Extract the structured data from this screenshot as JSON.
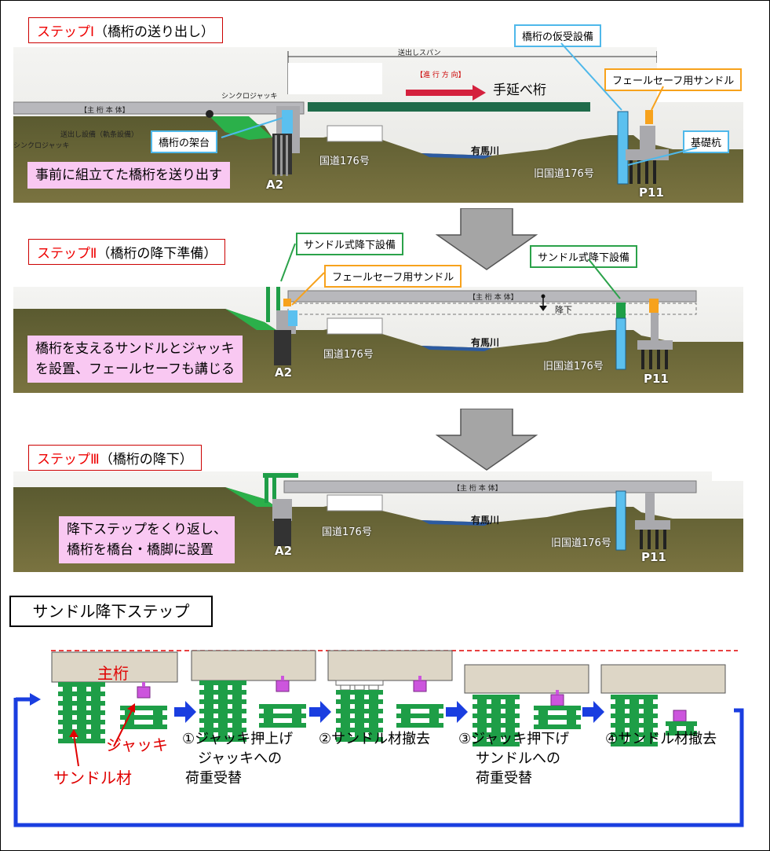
{
  "step1": {
    "title_step": "ステップⅠ",
    "title_rest": "（橋桁の送り出し）",
    "description": "事前に組立てた橋桁を送り出す",
    "callouts": {
      "temp_receiver": "橋桁の仮受設備",
      "failsafe_sandle": "フェールセーフ用サンドル",
      "bridge_rest": "橋桁の架台",
      "foundation_pile": "基礎杭"
    },
    "extension_girder": "手延べ桁",
    "direction": "【進 行 方 向】",
    "span_label": "送出しスパン",
    "main_girder": "【主 桁 本 体】",
    "synchro_jack_1": "シンクロジャッキ",
    "synchro_jack_2": "シンクロジャッキ",
    "launch_equipment": "送出し設備（軌条設備）",
    "route_national": "国道176号",
    "route_old": "旧国道176号",
    "river": "有馬川",
    "abutment": "A2",
    "pier": "P11"
  },
  "step2": {
    "title_step": "ステップⅡ",
    "title_rest": "（橋桁の降下準備）",
    "description_lines": [
      "橋桁を支えるサンドルとジャッキ",
      "を設置、フェールセーフも講じる"
    ],
    "callouts": {
      "sandle_left": "サンドル式降下設備",
      "failsafe_sandle": "フェールセーフ用サンドル",
      "sandle_right": "サンドル式降下設備"
    },
    "lower_label": "降下",
    "main_girder": "【主 桁 本 体】",
    "route_national": "国道176号",
    "route_old": "旧国道176号",
    "river": "有馬川",
    "abutment": "A2",
    "pier": "P11"
  },
  "step3": {
    "title_step": "ステップⅢ",
    "title_rest": "（橋桁の降下）",
    "description_lines": [
      "降下ステップをくり返し、",
      "橋桁を橋台・橋脚に設置"
    ],
    "main_girder": "【主 桁 本 体】",
    "route_national": "国道176号",
    "route_old": "旧国道176号",
    "river": "有馬川",
    "abutment": "A2",
    "pier": "P11"
  },
  "sandle_section": {
    "title": "サンドル降下ステップ",
    "main_girder_label": "主桁",
    "jack_label": "ジャッキ",
    "sandle_material_label": "サンドル材",
    "steps": [
      {
        "lines": [
          "①ジャッキ押上げ",
          "ジャッキへの",
          "荷重受替"
        ]
      },
      {
        "lines": [
          "②サンドル材撤去"
        ]
      },
      {
        "lines": [
          "③ジャッキ押下げ",
          "サンドルへの",
          "荷重受替"
        ]
      },
      {
        "lines": [
          "④サンドル材撤去"
        ]
      }
    ]
  },
  "colors": {
    "accent_red": "#e00000",
    "sandle_green": "#1e9e47",
    "jack_purple": "#cc55dd",
    "girder_beige": "#ddd6c6",
    "loop_blue": "#1a3ee0",
    "label_pink": "#f9c8f2"
  }
}
